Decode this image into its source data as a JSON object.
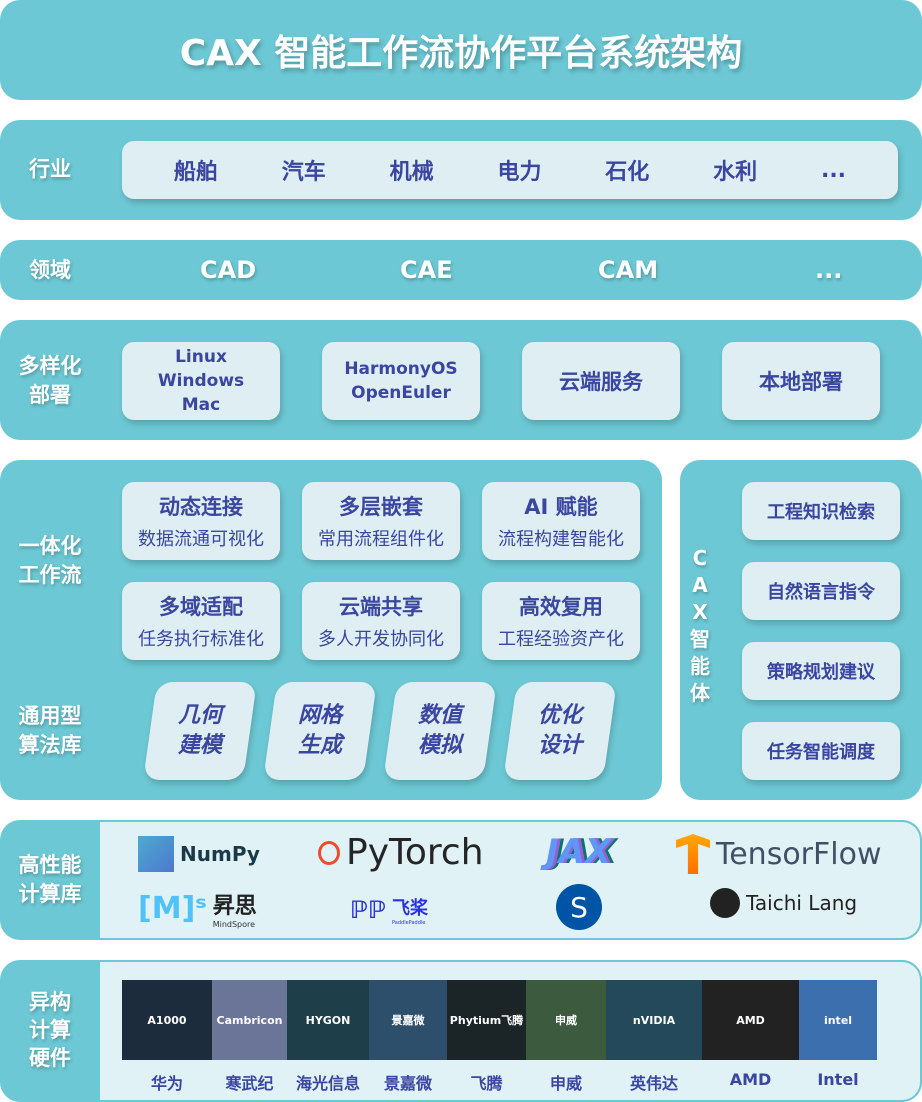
{
  "title": "CAX 智能工作流协作平台系统架构",
  "industry": {
    "label": "行业",
    "items": [
      "船舶",
      "汽车",
      "机械",
      "电力",
      "石化",
      "水利",
      "..."
    ]
  },
  "domain": {
    "label": "领域",
    "items": [
      "CAD",
      "CAE",
      "CAM",
      "..."
    ]
  },
  "deploy": {
    "label_1": "多样化",
    "label_2": "部署",
    "items": [
      {
        "lines": [
          "Linux",
          "Windows",
          "Mac"
        ]
      },
      {
        "lines": [
          "HarmonyOS",
          "OpenEuler"
        ]
      },
      {
        "lines": [
          "云端服务"
        ]
      },
      {
        "lines": [
          "本地部署"
        ]
      }
    ]
  },
  "workflow": {
    "label_1": "一体化",
    "label_2": "工作流",
    "items": [
      {
        "title": "动态连接",
        "sub": "数据流通可视化"
      },
      {
        "title": "多层嵌套",
        "sub": "常用流程组件化"
      },
      {
        "title": "AI 赋能",
        "sub": "流程构建智能化"
      },
      {
        "title": "多域适配",
        "sub": "任务执行标准化"
      },
      {
        "title": "云端共享",
        "sub": "多人开发协同化"
      },
      {
        "title": "高效复用",
        "sub": "工程经验资产化"
      }
    ]
  },
  "algo": {
    "label_1": "通用型",
    "label_2": "算法库",
    "items": [
      [
        "几何",
        "建模"
      ],
      [
        "网格",
        "生成"
      ],
      [
        "数值",
        "模拟"
      ],
      [
        "优化",
        "设计"
      ]
    ]
  },
  "agent": {
    "label": [
      "C",
      "A",
      "X",
      "智",
      "能",
      "体"
    ],
    "items": [
      "工程知识检索",
      "自然语言指令",
      "策略规划建议",
      "任务智能调度"
    ]
  },
  "hpc": {
    "label_1": "高性能",
    "label_2": "计算库",
    "logos": {
      "numpy": "NumPy",
      "pytorch": "PyTorch",
      "jax": "JAX",
      "tensorflow": "TensorFlow",
      "mindspore": "昇思",
      "mindspore_sub": "MindSpore",
      "paddle": "飞桨",
      "paddle_sub": "PaddlePaddle",
      "scipy": "SciPy",
      "taichi": "Taichi Lang"
    }
  },
  "hardware": {
    "label_1": "异构",
    "label_2": "计算",
    "label_3": "硬件",
    "items": [
      {
        "name": "华为",
        "chip": "A1000",
        "bg": "#1d2c3c"
      },
      {
        "name": "寒武纪",
        "chip": "Cambricon",
        "bg": "#6b7597"
      },
      {
        "name": "海光信息",
        "chip": "HYGON",
        "bg": "#1e3f4a"
      },
      {
        "name": "景嘉微",
        "chip": "景嘉微",
        "bg": "#2d4f6c"
      },
      {
        "name": "飞腾",
        "chip": "Phytium飞腾",
        "bg": "#1b2426"
      },
      {
        "name": "申威",
        "chip": "申威",
        "bg": "#3b5a3e"
      },
      {
        "name": "英伟达",
        "chip": "nVIDIA",
        "bg": "#23495a"
      },
      {
        "name": "AMD",
        "chip": "AMD",
        "bg": "#222"
      },
      {
        "name": "Intel",
        "chip": "intel",
        "bg": "#3c6fae"
      }
    ]
  },
  "colors": {
    "panel": "#6cc8d4",
    "card": "#deeef2",
    "text": "#3b46a0"
  }
}
